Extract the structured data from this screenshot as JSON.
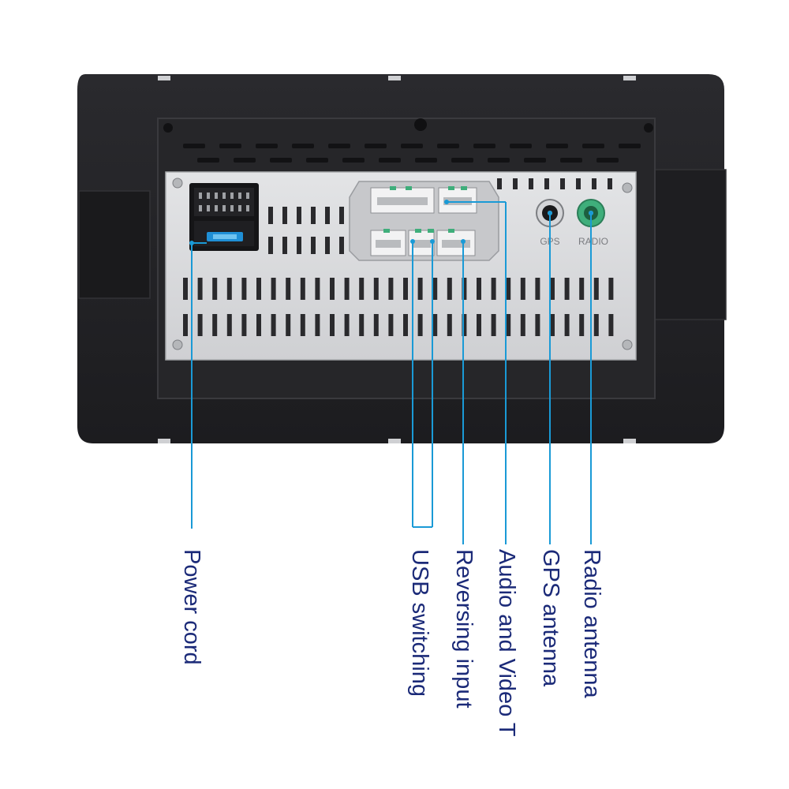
{
  "colors": {
    "frame": "#222225",
    "unit": "#d9dadc",
    "accent_line": "#1a9ad6",
    "label_text": "#1b2a78",
    "radio_port": "#3fae7b"
  },
  "panel": {
    "gps_marking": "GPS",
    "radio_marking": "RADIO"
  },
  "callouts": [
    {
      "id": "power",
      "label": "Power cord"
    },
    {
      "id": "usb",
      "label": "USB switching"
    },
    {
      "id": "reversing",
      "label": "Reversing input"
    },
    {
      "id": "av",
      "label": "Audio and Video T"
    },
    {
      "id": "gps",
      "label": "GPS antenna"
    },
    {
      "id": "radio",
      "label": "Radio antenna"
    }
  ]
}
